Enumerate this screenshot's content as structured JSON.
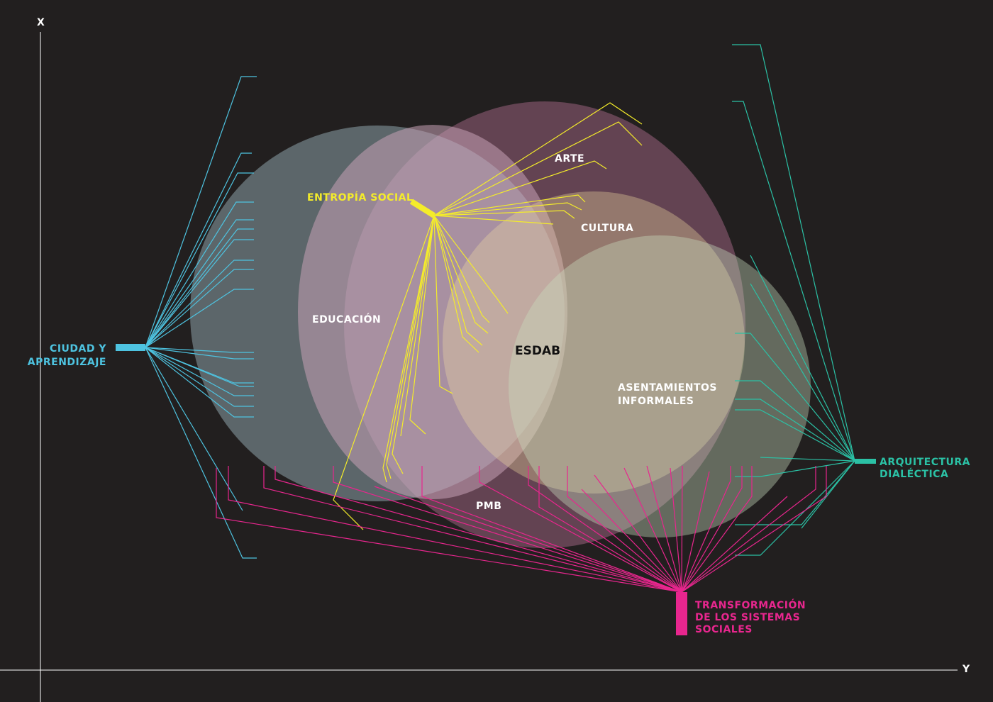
{
  "axes": {
    "x_label": "X",
    "y_label": "Y"
  },
  "circles": {
    "educacion": {
      "label": "EDUCACIÓN",
      "color": "#b4d2dc"
    },
    "pmb": {
      "label": "PMB",
      "color": "#c6a0b4"
    },
    "esdab": {
      "label": "ESDAB"
    },
    "arte": {
      "label": "ARTE"
    },
    "cultura": {
      "label": "CULTURA"
    },
    "cultura_circle": {
      "color": "#f0dca0"
    },
    "asentamientos": {
      "line1": "ASENTAMIENTOS",
      "line2": "INFORMALES",
      "color": "#c8dcbe"
    },
    "big_circle": {
      "color": "#6e4a5c"
    }
  },
  "nodes": {
    "ciudad": {
      "line1": "CIUDAD Y",
      "line2": "APRENDIZAJE",
      "color": "#4ec3e0"
    },
    "entropia": {
      "label": "ENTROPÍA SOCIAL",
      "color": "#f4ec2a"
    },
    "arquitectura": {
      "line1": "ARQUITECTURA",
      "line2": "DIALÉCTICA",
      "color": "#2bc1a5"
    },
    "transformacion": {
      "line1": "TRANSFORMACIÓN",
      "line2": "DE LOS SISTEMAS",
      "line3": "SOCIALES",
      "color": "#e8268e"
    }
  }
}
